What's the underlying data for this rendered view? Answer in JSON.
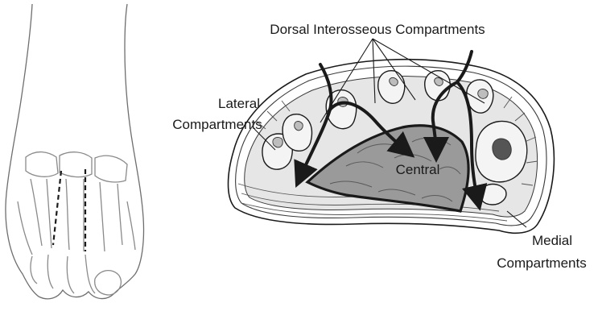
{
  "labels": {
    "dorsal": "Dorsal Interosseous Compartments",
    "lateral_line1": "Lateral",
    "lateral_line2": "Compartments",
    "central": "Central",
    "medial_line1": "Medial",
    "medial_line2": "Compartments"
  },
  "colors": {
    "outline": "#1a1a1a",
    "central_fill": "#9a9a9a",
    "muscle_fill": "#d2d2d2",
    "background": "#ffffff"
  }
}
